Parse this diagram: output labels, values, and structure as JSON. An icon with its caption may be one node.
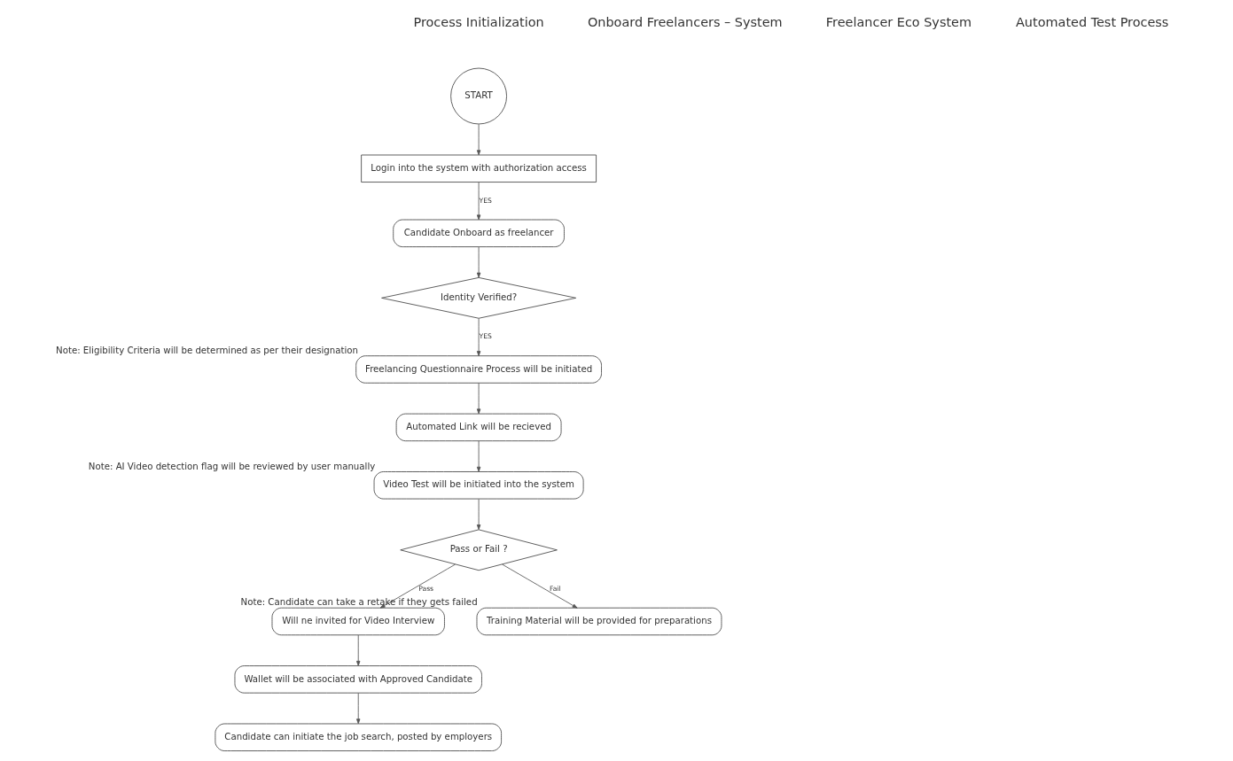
{
  "diagram": {
    "nodes": [
      {
        "text": [
          "START"
        ]
      },
      {
        "text": [
          "Login into the system with authorization access"
        ]
      },
      {
        "text": [
          "Freelancing Questionnaire Process will be initiated"
        ],
        "beside": [
          "Note: Eligibility Criteria will be determined as per their designation"
        ]
      },
      {
        "text": [
          "Identity Verified?"
        ]
      },
      {
        "text": [
          "Candidate Onboard as freelancer"
        ]
      },
      {
        "text": [
          "Pass or Fail ?"
        ]
      },
      {
        "text": [
          "Will ne invited for Video Interview"
        ]
      },
      {
        "text": [
          "Wallet will be associated with Approved Candidate"
        ]
      },
      {
        "text": [
          "Candidate can initiate the job search, posted by employers"
        ]
      },
      {
        "text": [
          "Training Material will be provided for preparations"
        ],
        "beside": [
          "Note: Candidate can take a retake if they gets failed"
        ]
      },
      {
        "text": [
          "Automated Link will be recieved"
        ]
      },
      {
        "text": [
          "Video Test will be initiated into the system"
        ],
        "beside": [
          "Note: AI Video detection flag will be reviewed by user manually"
        ]
      }
    ],
    "edges": [
      {
        "from": 0,
        "to": 1,
        "arrow": "to"
      },
      {
        "from": 1,
        "to": 4,
        "arrow": "to",
        "label": "YES"
      },
      {
        "from": 4,
        "to": 3,
        "arrow": "to"
      },
      {
        "from": 3,
        "to": 2,
        "arrow": "to",
        "label": "YES"
      },
      {
        "from": 2,
        "to": 10,
        "arrow": "to"
      },
      {
        "from": 10,
        "to": 11,
        "arrow": "to"
      },
      {
        "from": 11,
        "to": 5,
        "arrow": "to"
      },
      {
        "from": 5,
        "to": 9,
        "arrow": "to",
        "label": "Fail"
      },
      {
        "from": 5,
        "to": 6,
        "arrow": "to",
        "label": "Pass"
      },
      {
        "from": 6,
        "to": 7,
        "arrow": "to"
      },
      {
        "from": 7,
        "to": 8,
        "arrow": "to"
      }
    ],
    "labels": [
      "Process Initialization",
      "Onboard Freelancers – System",
      "Freelancer Eco System",
      "Automated Test Process"
    ]
  }
}
